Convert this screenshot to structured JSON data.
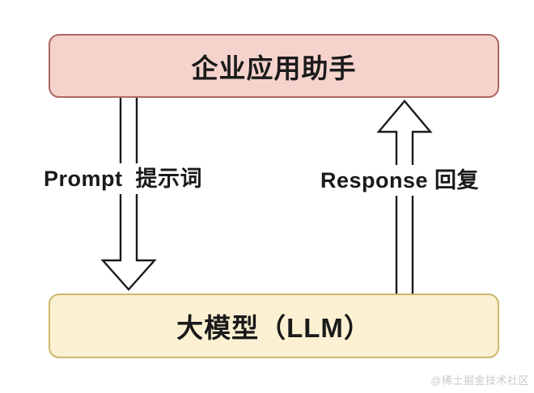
{
  "diagram": {
    "top_box": {
      "label": "企业应用助手",
      "fill": "#f5d3cd",
      "border_color": "#ae675f"
    },
    "bottom_box": {
      "label": "大模型（LLM）",
      "fill": "#fbf1d2",
      "border_color": "#cdb76c"
    },
    "arrows": {
      "down": {
        "label": "Prompt  提示词",
        "direction": "down"
      },
      "up": {
        "label": "Response 回复",
        "direction": "up"
      }
    },
    "colors": {
      "arrow_fill": "#ffffff",
      "arrow_stroke": "#1a1a1a",
      "text": "#1a1a1a",
      "watermark": "#c9c9c9",
      "background": "#ffffff"
    },
    "watermark": "@稀土掘金技术社区"
  }
}
